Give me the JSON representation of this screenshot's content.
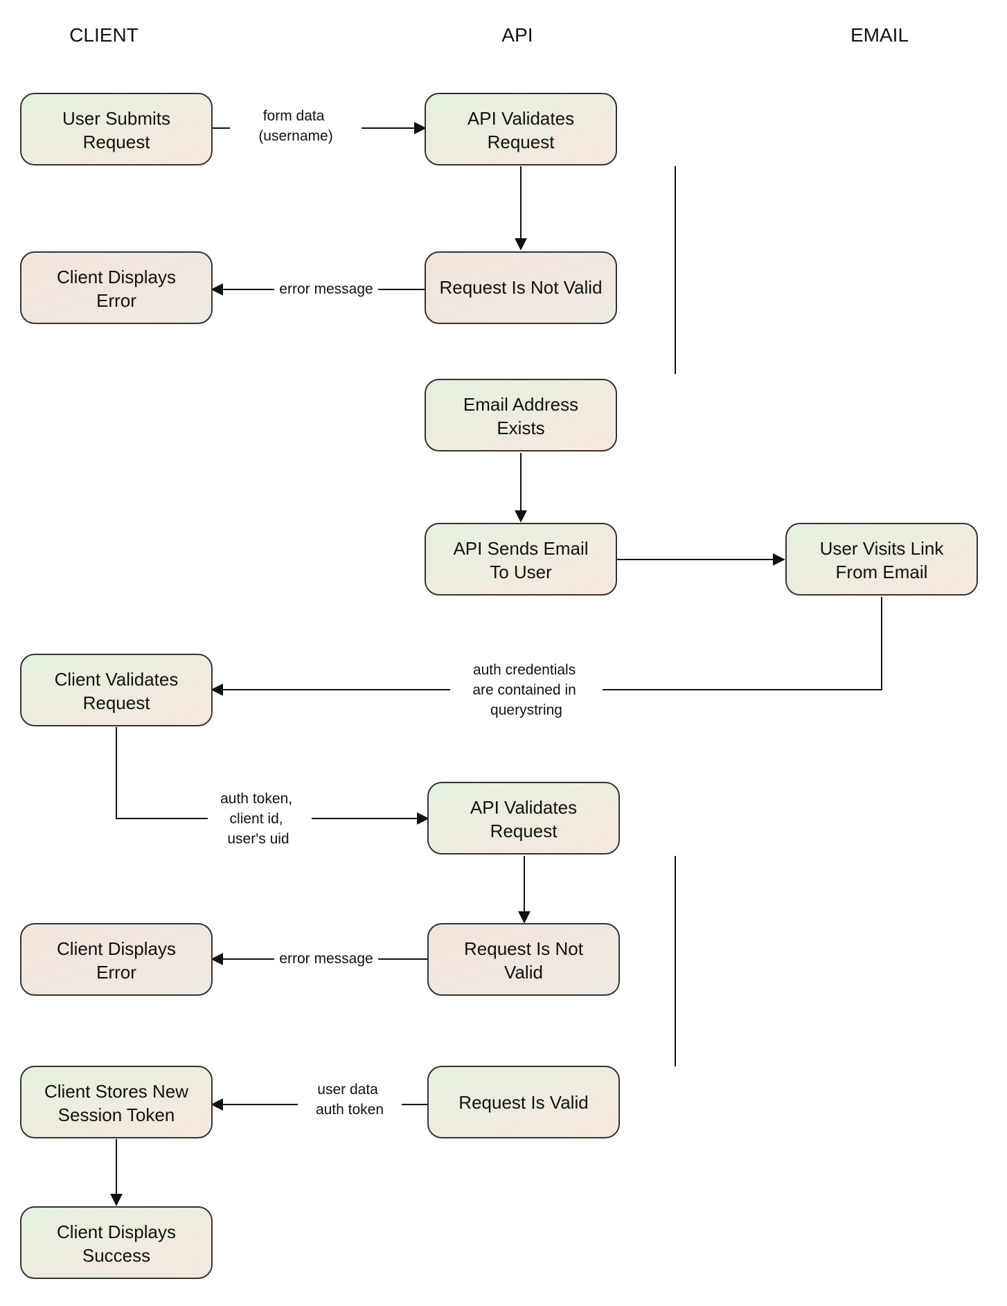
{
  "lanes": {
    "client": "CLIENT",
    "api": "API",
    "email": "EMAIL"
  },
  "nodes": {
    "user_submits_request": [
      "User Submits",
      "Request"
    ],
    "api_validates_request_1": [
      "API Validates",
      "Request"
    ],
    "client_displays_error_1": [
      "Client Displays",
      "Error"
    ],
    "request_not_valid_1": [
      "Request Is Not Valid"
    ],
    "email_address_exists": [
      "Email Address",
      "Exists"
    ],
    "api_sends_email": [
      "API Sends Email",
      "To User"
    ],
    "user_visits_link": [
      "User Visits Link",
      "From Email"
    ],
    "client_validates_request": [
      "Client Validates",
      "Request"
    ],
    "api_validates_request_2": [
      "API Validates",
      "Request"
    ],
    "client_displays_error_2": [
      "Client Displays",
      "Error"
    ],
    "request_not_valid_2": [
      "Request Is Not",
      "Valid"
    ],
    "client_stores_token": [
      "Client Stores New",
      "Session Token"
    ],
    "request_valid": [
      "Request Is Valid"
    ],
    "client_displays_success": [
      "Client Displays",
      "Success"
    ]
  },
  "edge_labels": {
    "form_data": [
      "form data",
      "(username)"
    ],
    "error_message_1": [
      "error message"
    ],
    "auth_credentials": [
      "auth credentials",
      "are contained in",
      "querystring"
    ],
    "auth_token_bundle": [
      "auth token,",
      "client id,",
      "user's uid"
    ],
    "error_message_2": [
      "error message"
    ],
    "user_data_token": [
      "user data",
      "auth token"
    ]
  },
  "colors": {
    "node_fill_top": "#e6f2e1",
    "node_fill_bottom": "#f6e6dc",
    "node_stroke": "#333333",
    "edge": "#111111"
  }
}
